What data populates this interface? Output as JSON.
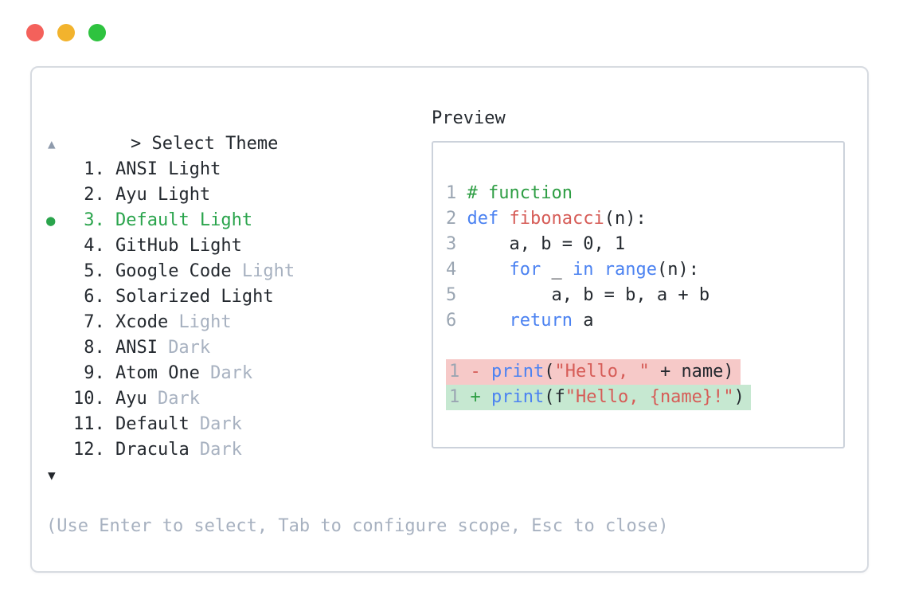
{
  "window": {
    "controls": [
      {
        "name": "close",
        "color": "#f4615b"
      },
      {
        "name": "minimize",
        "color": "#f2b32d"
      },
      {
        "name": "zoom",
        "color": "#2ec33f"
      }
    ]
  },
  "picker": {
    "prompt": ">",
    "title": "Select Theme",
    "scroll_up_glyph": "▲",
    "scroll_down_glyph": "▼",
    "selected_bullet": "●",
    "help": "(Use Enter to select, Tab to configure scope, Esc to close)",
    "items": [
      {
        "number": "1.",
        "name": "ANSI",
        "variant": "Light",
        "muted": false,
        "selected": false
      },
      {
        "number": "2.",
        "name": "Ayu",
        "variant": "Light",
        "muted": false,
        "selected": false
      },
      {
        "number": "3.",
        "name": "Default",
        "variant": "Light",
        "muted": false,
        "selected": true
      },
      {
        "number": "4.",
        "name": "GitHub",
        "variant": "Light",
        "muted": false,
        "selected": false
      },
      {
        "number": "5.",
        "name": "Google Code",
        "variant": "Light",
        "muted": true,
        "selected": false
      },
      {
        "number": "6.",
        "name": "Solarized",
        "variant": "Light",
        "muted": false,
        "selected": false
      },
      {
        "number": "7.",
        "name": "Xcode",
        "variant": "Light",
        "muted": true,
        "selected": false
      },
      {
        "number": "8.",
        "name": "ANSI",
        "variant": "Dark",
        "muted": true,
        "selected": false
      },
      {
        "number": "9.",
        "name": "Atom One",
        "variant": "Dark",
        "muted": true,
        "selected": false
      },
      {
        "number": "10.",
        "name": "Ayu",
        "variant": "Dark",
        "muted": true,
        "selected": false
      },
      {
        "number": "11.",
        "name": "Default",
        "variant": "Dark",
        "muted": true,
        "selected": false
      },
      {
        "number": "12.",
        "name": "Dracula",
        "variant": "Dark",
        "muted": true,
        "selected": false
      }
    ]
  },
  "preview": {
    "title": "Preview",
    "lines": [
      {
        "num": "1 ",
        "bg": "",
        "segs": [
          {
            "t": "# function",
            "c": "com"
          }
        ]
      },
      {
        "num": "2 ",
        "bg": "",
        "segs": [
          {
            "t": "def",
            "c": "kw"
          },
          {
            "t": " ",
            "c": "pl"
          },
          {
            "t": "fibonacci",
            "c": "fn"
          },
          {
            "t": "(n):",
            "c": "pl"
          }
        ]
      },
      {
        "num": "3 ",
        "bg": "",
        "segs": [
          {
            "t": "    a, b = 0, 1",
            "c": "pl"
          }
        ]
      },
      {
        "num": "4 ",
        "bg": "",
        "segs": [
          {
            "t": "    ",
            "c": "pl"
          },
          {
            "t": "for",
            "c": "kw"
          },
          {
            "t": " _ ",
            "c": "pl"
          },
          {
            "t": "in",
            "c": "kw"
          },
          {
            "t": " ",
            "c": "pl"
          },
          {
            "t": "range",
            "c": "kw"
          },
          {
            "t": "(n):",
            "c": "pl"
          }
        ]
      },
      {
        "num": "5 ",
        "bg": "",
        "segs": [
          {
            "t": "        a, b = b, a + b",
            "c": "pl"
          }
        ]
      },
      {
        "num": "6 ",
        "bg": "",
        "segs": [
          {
            "t": "    ",
            "c": "pl"
          },
          {
            "t": "return",
            "c": "kw"
          },
          {
            "t": " a",
            "c": "pl"
          }
        ]
      },
      {
        "num": "",
        "bg": "",
        "segs": []
      },
      {
        "num": "1 ",
        "bg": "removed",
        "segs": [
          {
            "t": "- ",
            "c": "del"
          },
          {
            "t": "print",
            "c": "kw"
          },
          {
            "t": "(",
            "c": "pl"
          },
          {
            "t": "\"Hello, \"",
            "c": "str"
          },
          {
            "t": " + name)",
            "c": "pl"
          }
        ]
      },
      {
        "num": "1 ",
        "bg": "added",
        "segs": [
          {
            "t": "+ ",
            "c": "add"
          },
          {
            "t": "print",
            "c": "kw"
          },
          {
            "t": "(f",
            "c": "pl"
          },
          {
            "t": "\"Hello, {name}!\"",
            "c": "str"
          },
          {
            "t": ")",
            "c": "pl"
          }
        ]
      }
    ]
  },
  "colors": {
    "text": "#24292f",
    "muted": "#a7b1c0",
    "selection_green": "#2aa44c",
    "comment_green": "#2e9e44",
    "keyword_blue": "#4b82f1",
    "string_red": "#d65c57",
    "line_number": "#9aa5b2",
    "removed_bg": "#f6c9c8",
    "added_bg": "#c6e8d1",
    "panel_border": "#d7dbe1"
  }
}
